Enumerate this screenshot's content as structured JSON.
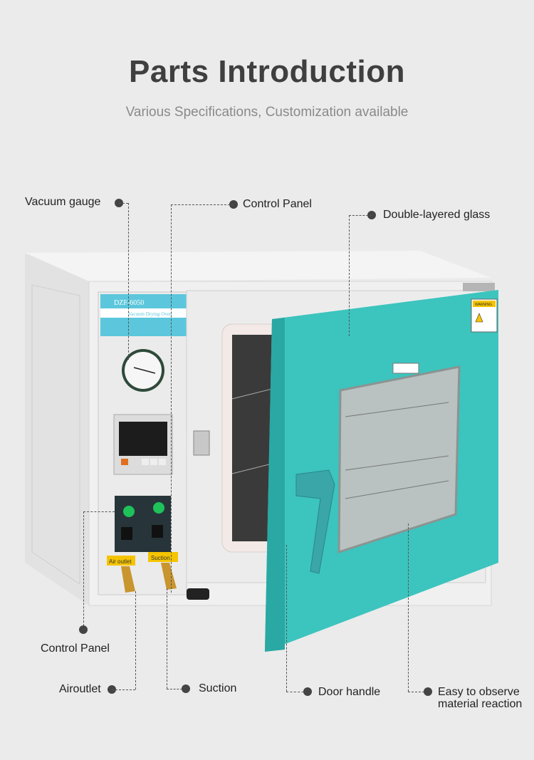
{
  "header": {
    "title": "Parts Introduction",
    "subtitle": "Various Specifications, Customization available"
  },
  "callouts": {
    "vacuum_gauge": "Vacuum gauge",
    "control_panel_top": "Control Panel",
    "double_layered_glass": "Double-layered glass",
    "control_panel_bottom": "Control Panel",
    "airoutlet": "Airoutlet",
    "suction": "Suction",
    "door_handle": "Door handle",
    "observe_line1": "Easy to observe",
    "observe_line2": "material reaction"
  },
  "device": {
    "model": "DZF-6050",
    "name": "Vacuum Drying Oven",
    "valve_left": "Air outlet",
    "valve_right": "Suction",
    "warning": "WARNING"
  },
  "colors": {
    "door": "#3cc4be",
    "label_band": "#5cc7dc",
    "valve": "#f5c400",
    "indicator": "#1fc25a"
  }
}
